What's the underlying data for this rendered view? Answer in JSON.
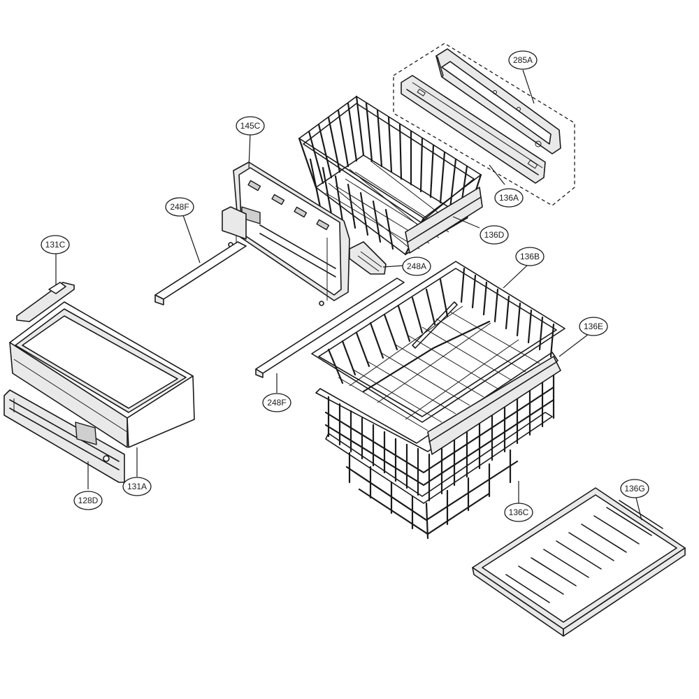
{
  "callouts": {
    "c285A": "285A",
    "c136A": "136A",
    "c136D": "136D",
    "c145C": "145C",
    "c248F_top": "248F",
    "c248A": "248A",
    "c131C": "131C",
    "c136B": "136B",
    "c136E": "136E",
    "c248F_bottom": "248F",
    "c131A": "131A",
    "c128D": "128D",
    "c136C": "136C",
    "c136G": "136G"
  },
  "colors": {
    "line": "#1a1a1a",
    "background": "#ffffff",
    "part_fill": "#e9e9e9"
  }
}
